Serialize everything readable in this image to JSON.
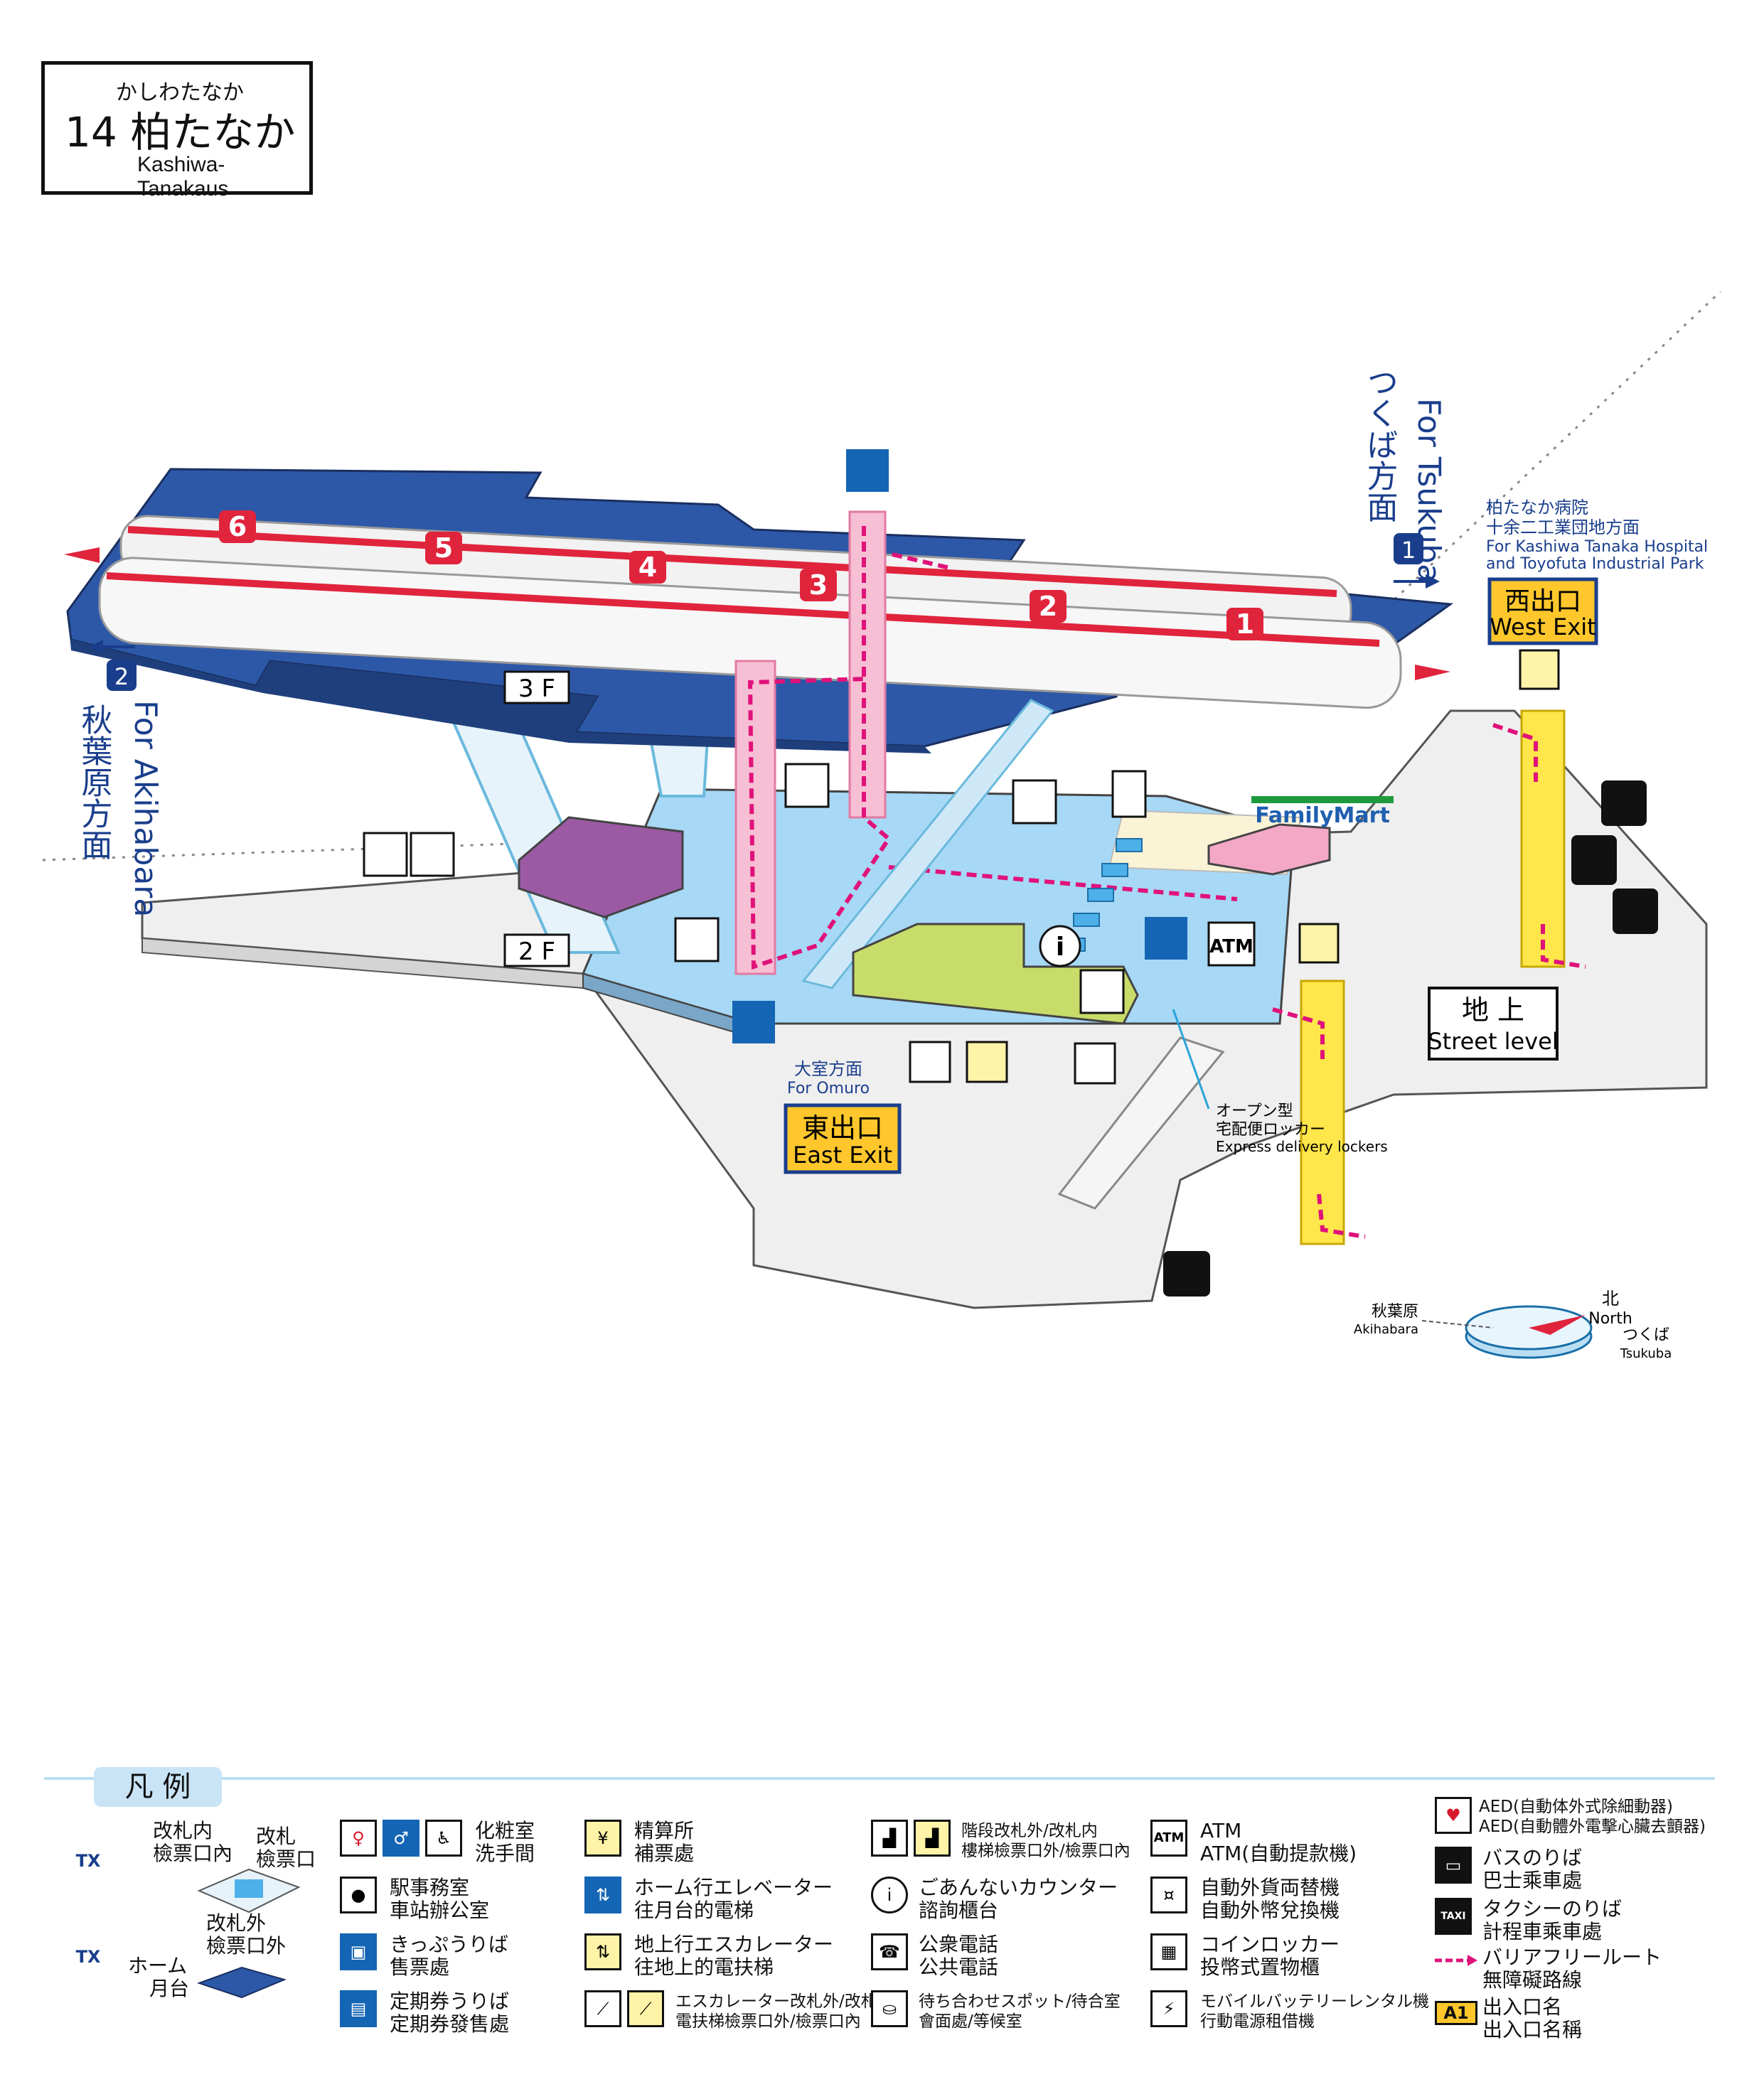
{
  "station": {
    "kana": "かしわたなか",
    "number_name": "14 柏たなか",
    "roman": "Kashiwa-Tanakaus"
  },
  "floors": {
    "f3": "3 F",
    "f2": "2 F"
  },
  "platforms": [
    "1",
    "2",
    "3",
    "4",
    "5",
    "6"
  ],
  "directions": {
    "tsukuba": {
      "label": "つくば方面",
      "en": "For Tsukuba",
      "num": "1"
    },
    "akihabara": {
      "label": "秋葉原方面",
      "en": "For Akihabara",
      "num": "2"
    },
    "west_dest_1": "柏たなか病院",
    "west_dest_2": "十余二工業団地方面",
    "west_dest_en_1": "For Kashiwa Tanaka Hospital",
    "west_dest_en_2": "and Toyofuta Industrial Park",
    "omuro": "大室方面",
    "omuro_en": "For Omuro"
  },
  "exits": {
    "west": {
      "ja": "西出口",
      "en": "West Exit"
    },
    "east": {
      "ja": "東出口",
      "en": "East Exit"
    }
  },
  "street_level": {
    "ja": "地 上",
    "en": "Street level"
  },
  "familymart": "FamilyMart",
  "atm": "ATM",
  "locker_note": {
    "l1": "オープン型",
    "l2": "宅配便ロッカー",
    "l3": "Express delivery lockers"
  },
  "compass": {
    "akihabara": "秋葉原",
    "akihabara_en": "Akihabara",
    "north": "北",
    "north_en": "North",
    "tsukuba": "つくば",
    "tsukuba_en": "Tsukuba"
  },
  "legend": {
    "title": "凡 例",
    "gate_in_1": "改札内",
    "gate_in_2": "檢票口內",
    "gate_1": "改札",
    "gate_2": "檢票口",
    "gate_out_1": "改札外",
    "gate_out_2": "檢票口外",
    "home_1": "ホーム",
    "home_2": "月台",
    "toilet_1": "化粧室",
    "toilet_2": "洗手間",
    "office_1": "駅事務室",
    "office_2": "車站辦公室",
    "ticket_1": "きっぷうりば",
    "ticket_2": "售票處",
    "pass_1": "定期券うりば",
    "pass_2": "定期券發售處",
    "fare_1": "精算所",
    "fare_2": "補票處",
    "elev_home_1": "ホーム行エレベーター",
    "elev_home_2": "往月台的電梯",
    "elev_ground_1": "地上行エスカレーター",
    "elev_ground_2": "往地上的電扶梯",
    "esc_1": "エスカレーター改札外/改札内",
    "esc_2": "電扶梯檢票口外/檢票口內",
    "stairs_1": "階段改札外/改札内",
    "stairs_2": "樓梯檢票口外/檢票口內",
    "info_1": "ごあんないカウンター",
    "info_2": "諮詢櫃台",
    "phone_1": "公衆電話",
    "phone_2": "公共電話",
    "wait_1": "待ち合わせスポット/待合室",
    "wait_2": "會面處/等候室",
    "atm_1": "ATM",
    "atm_2": "ATM(自動提款機)",
    "exchange_1": "自動外貨両替機",
    "exchange_2": "自動外幣兌換機",
    "locker_1": "コインロッカー",
    "locker_2": "投幣式置物櫃",
    "battery_1": "モバイルバッテリーレンタル機",
    "battery_2": "行動電源租借機",
    "aed_1": "AED(自動体外式除細動器)",
    "aed_2": "AED(自動體外電擊心臟去顫器)",
    "bus_1": "バスのりば",
    "bus_2": "巴士乘車處",
    "taxi_1": "タクシーのりば",
    "taxi_2": "計程車乘車處",
    "barrier_1": "バリアフリールート",
    "barrier_2": "無障礙路線",
    "exitname_1": "出入口名",
    "exitname_2": "出入口名稱",
    "exitname_sample": "A1",
    "atm_icon": "ATM",
    "taxi_icon": "TAXI"
  },
  "colors": {
    "platform_blue": "#2d58a8",
    "concourse_blue": "#a7d8f5",
    "rail_red": "#e0243c",
    "elevator_pink": "#f7bfd3",
    "elevator_yellow": "#ffe64a",
    "barrier_route": "#e0127a",
    "exit_box": "#ffc72c",
    "shop_green": "#c8dc6a"
  }
}
